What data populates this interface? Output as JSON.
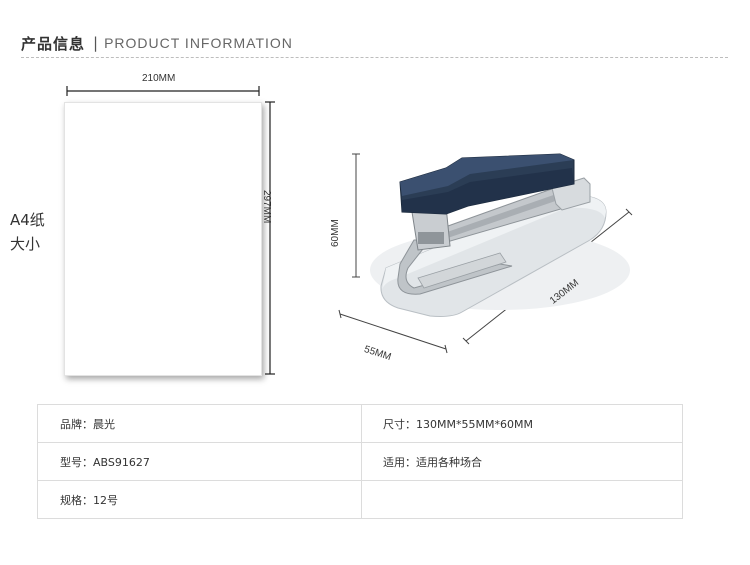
{
  "header": {
    "title_cn": "产品信息",
    "divider": "|",
    "title_en": "PRODUCT INFORMATION"
  },
  "paper_figure": {
    "width_label": "210MM",
    "height_label": "297MM",
    "paper_label_line1": "A4纸",
    "paper_label_line2": "大小"
  },
  "stapler_figure": {
    "height_label": "60MM",
    "depth_label": "55MM",
    "length_label": "130MM",
    "colors": {
      "body_top": "#2c3e56",
      "base": "#dfe3e6",
      "metal": "#b8bcc0"
    }
  },
  "specs": {
    "brand": {
      "label": "品牌：",
      "value": "晨光"
    },
    "model": {
      "label": "型号：",
      "value": "ABS91627"
    },
    "spec": {
      "label": "规格：",
      "value": "12号"
    },
    "size": {
      "label": "尺寸：",
      "value": "130MM*55MM*60MM"
    },
    "usage": {
      "label": "适用：",
      "value": "适用各种场合"
    }
  }
}
